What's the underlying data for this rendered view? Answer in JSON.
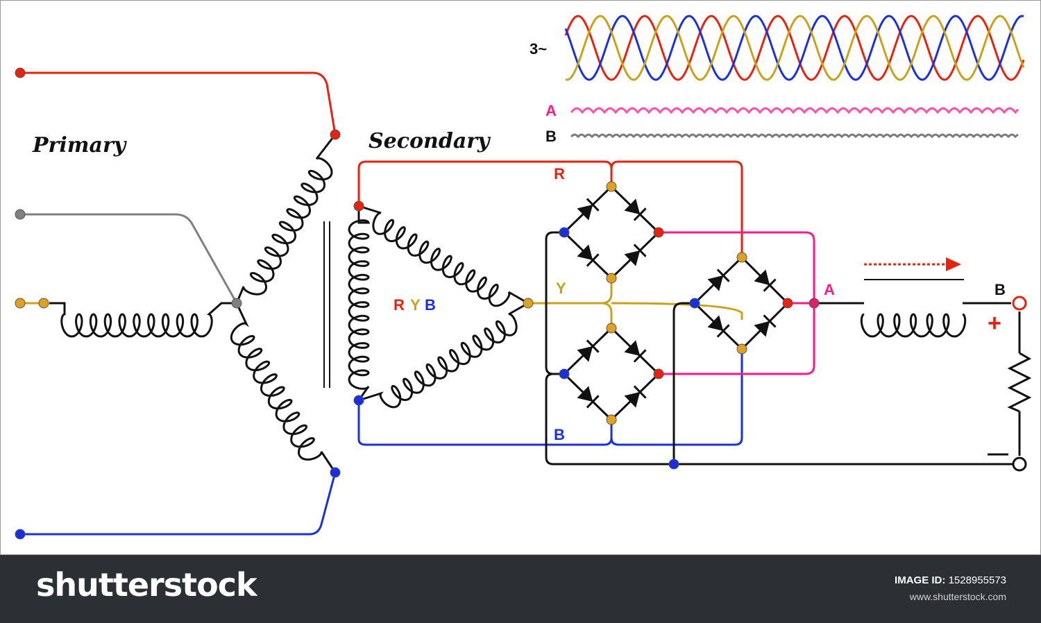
{
  "labels": {
    "primary": "Primary",
    "secondary": "Secondary",
    "three_phase": "3~",
    "wave_a": "A",
    "wave_b": "B",
    "ryb_r": "R",
    "ryb_y": "Y",
    "ryb_b": "B",
    "wire_r": "R",
    "wire_y": "Y",
    "wire_b": "B",
    "node_a": "A",
    "node_b": "B",
    "plus": "+",
    "minus": "—"
  },
  "footer": {
    "brand": "shutterstock",
    "image_id_label": "IMAGE ID:",
    "image_id": "1528955573",
    "site": "www.shutterstock.com"
  },
  "colors": {
    "red_phase": "#e8220f",
    "yellow_phase": "#c9a21a",
    "blue_phase": "#1a2fe0",
    "pink_output": "#ff1a8c",
    "gray_neutral": "#808080",
    "wire_black": "#111111"
  }
}
